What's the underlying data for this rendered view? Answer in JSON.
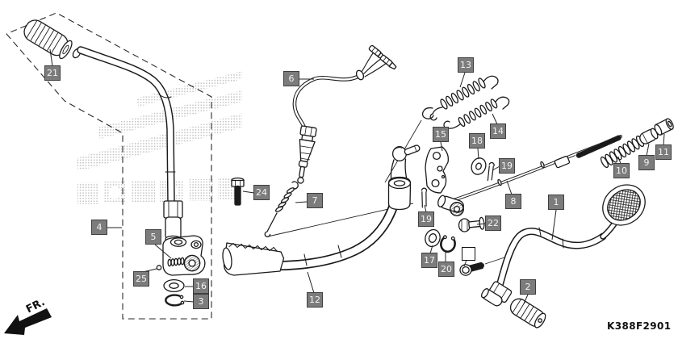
{
  "diagram": {
    "part_code": "K388F2901",
    "direction_indicator": "FR."
  },
  "callouts": {
    "c1": "1",
    "c2": "2",
    "c3": "3",
    "c4": "4",
    "c5": "5",
    "c6": "6",
    "c7": "7",
    "c8": "8",
    "c9": "9",
    "c10": "10",
    "c11": "11",
    "c12": "12",
    "c13": "13",
    "c14": "14",
    "c15": "15",
    "c16": "16",
    "c17": "17",
    "c18": "18",
    "c19a": "19",
    "c19b": "19",
    "c20": "20",
    "c21": "21",
    "c22": "22",
    "c24": "24",
    "c25": "25",
    "blank": ""
  }
}
